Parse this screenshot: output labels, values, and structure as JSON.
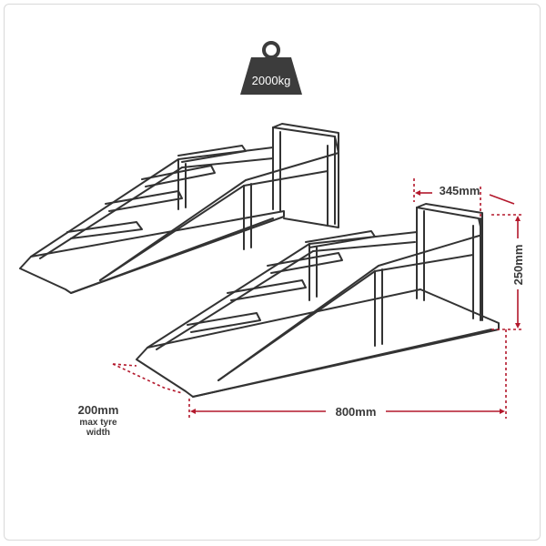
{
  "weight_badge": {
    "label": "2000kg",
    "icon": "weight-icon",
    "color": "#3c3c3c"
  },
  "dimensions": {
    "depth": "345mm",
    "height": "250mm",
    "length": "800mm",
    "tyre_width": {
      "value": "200mm",
      "note_line1": "max tyre",
      "note_line2": "width"
    }
  },
  "colors": {
    "dimension_line": "#b3182c",
    "outline": "#333333",
    "frame": "#d9d9d9"
  }
}
